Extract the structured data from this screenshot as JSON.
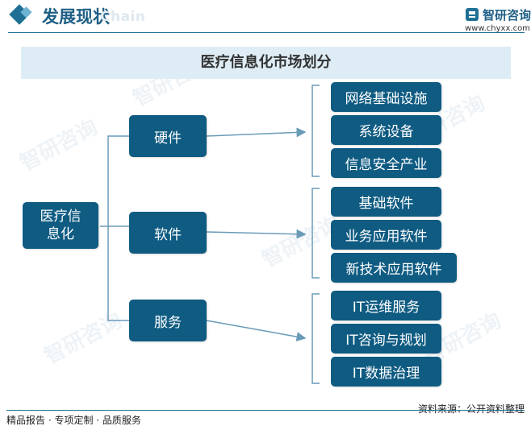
{
  "header": {
    "title": "发展现状",
    "subtitle": "Chain",
    "logo_name": "智研咨询",
    "logo_url": "www.chyxx.com"
  },
  "diagram": {
    "title": "医疗信息化市场划分",
    "root": "医疗信息化",
    "root_line1": "医疗信",
    "root_line2": "息化",
    "branches": [
      {
        "label": "硬件",
        "children": [
          "网络基础设施",
          "系统设备",
          "信息安全产业"
        ]
      },
      {
        "label": "软件",
        "children": [
          "基础软件",
          "业务应用软件",
          "新技术应用软件"
        ]
      },
      {
        "label": "服务",
        "children": [
          "IT运维服务",
          "IT咨询与规划",
          "IT数据治理"
        ]
      }
    ]
  },
  "watermark": "智研咨询",
  "footer": {
    "left": "精品报告 · 专项定制 · 品质服务",
    "right": "资料来源：公开资料整理"
  },
  "colors": {
    "box": "#0f5b82",
    "accent": "#1f6f95",
    "title_bar": "#deedf5",
    "connector": "#6a9bb8"
  }
}
